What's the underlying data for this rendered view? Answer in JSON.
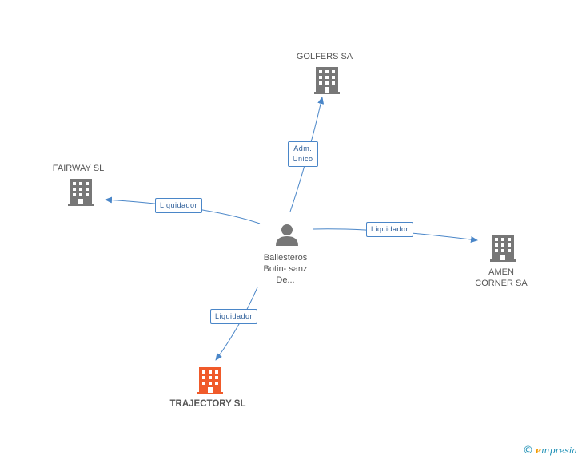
{
  "nodes": {
    "golfers": {
      "label": "GOLFERS SA",
      "icon": "building-icon",
      "color": "#777777"
    },
    "fairway": {
      "label": "FAIRWAY SL",
      "icon": "building-icon",
      "color": "#777777"
    },
    "amen": {
      "label": "AMEN\nCORNER SA",
      "icon": "building-icon",
      "color": "#777777"
    },
    "trajectory": {
      "label": "TRAJECTORY SL",
      "icon": "building-icon",
      "color": "#f05a2a"
    },
    "person": {
      "label": "Ballesteros\nBotin- sanz\nDe...",
      "icon": "person-icon",
      "color": "#777777"
    }
  },
  "edges": {
    "to_golfers": "Adm.\nUnico",
    "to_fairway": "Liquidador",
    "to_amen": "Liquidador",
    "to_trajectory": "Liquidador"
  },
  "edge_color": "#4a86c8",
  "brand": {
    "copyright": "©",
    "initial": "e",
    "name": "mpresia"
  }
}
